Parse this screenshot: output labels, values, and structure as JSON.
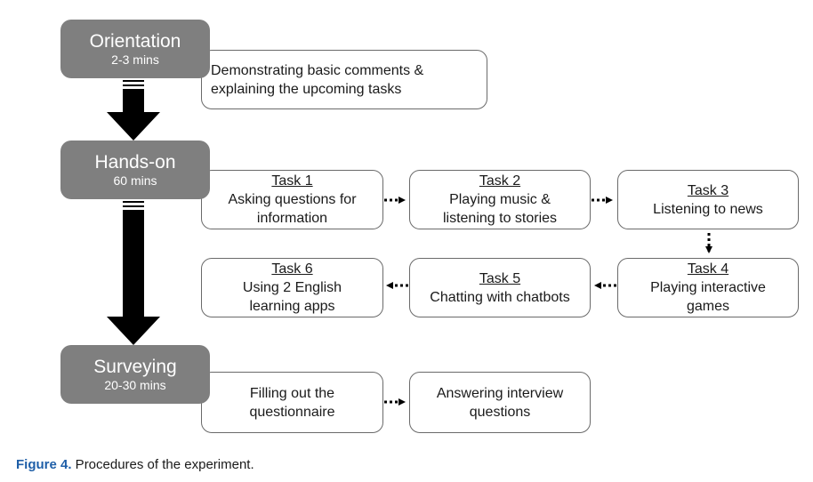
{
  "stages": [
    {
      "name": "Orientation",
      "duration": "2-3 mins"
    },
    {
      "name": "Hands-on",
      "duration": "60 mins"
    },
    {
      "name": "Surveying",
      "duration": "20-30 mins"
    }
  ],
  "orientation_box": {
    "line1": "Demonstrating basic comments &",
    "line2": "explaining the upcoming tasks"
  },
  "tasks": [
    {
      "name": "Task 1",
      "line1": "Asking questions for",
      "line2": "information"
    },
    {
      "name": "Task 2",
      "line1": "Playing music &",
      "line2": "listening to stories"
    },
    {
      "name": "Task 3",
      "line1": "Listening to news",
      "line2": ""
    },
    {
      "name": "Task 4",
      "line1": "Playing interactive",
      "line2": "games"
    },
    {
      "name": "Task 5",
      "line1": "Chatting with chatbots",
      "line2": ""
    },
    {
      "name": "Task 6",
      "line1": "Using 2 English",
      "line2": "learning apps"
    }
  ],
  "survey_boxes": [
    {
      "line1": "Filling out the",
      "line2": "questionnaire"
    },
    {
      "line1": "Answering interview",
      "line2": "questions"
    }
  ],
  "caption": {
    "label": "Figure 4.",
    "text": " Procedures of the experiment."
  },
  "colors": {
    "stage_fill": "#7f7f7f",
    "box_border": "#6a6a6a",
    "arrow": "#000000",
    "caption_label": "#1f5fa8"
  }
}
